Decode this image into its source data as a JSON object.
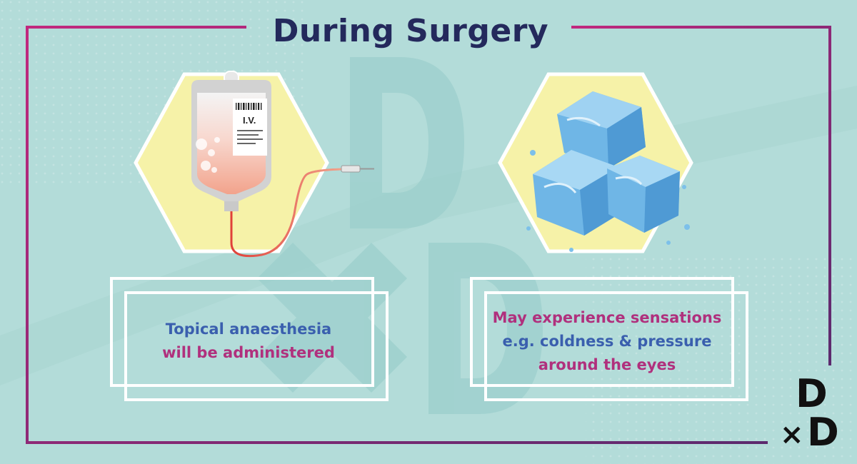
{
  "title": "During Surgery",
  "iv_label": "I.V.",
  "left_card": {
    "line1": "Topical anaesthesia",
    "line2": "will be administered"
  },
  "right_card": {
    "line1": "May experience sensations",
    "line2": "e.g. coldness & pressure",
    "line3": "around the eyes"
  },
  "logo": {
    "top": "D",
    "cross": "×",
    "bottom": "D"
  },
  "colors": {
    "background": "#b3dcd9",
    "title": "#24295c",
    "accent_pink": "#c1287e",
    "accent_purple": "#5b2a6e",
    "hexagon_fill": "#f6f2a8",
    "text_blue": "#3a5fae",
    "text_pink": "#b0307d"
  }
}
